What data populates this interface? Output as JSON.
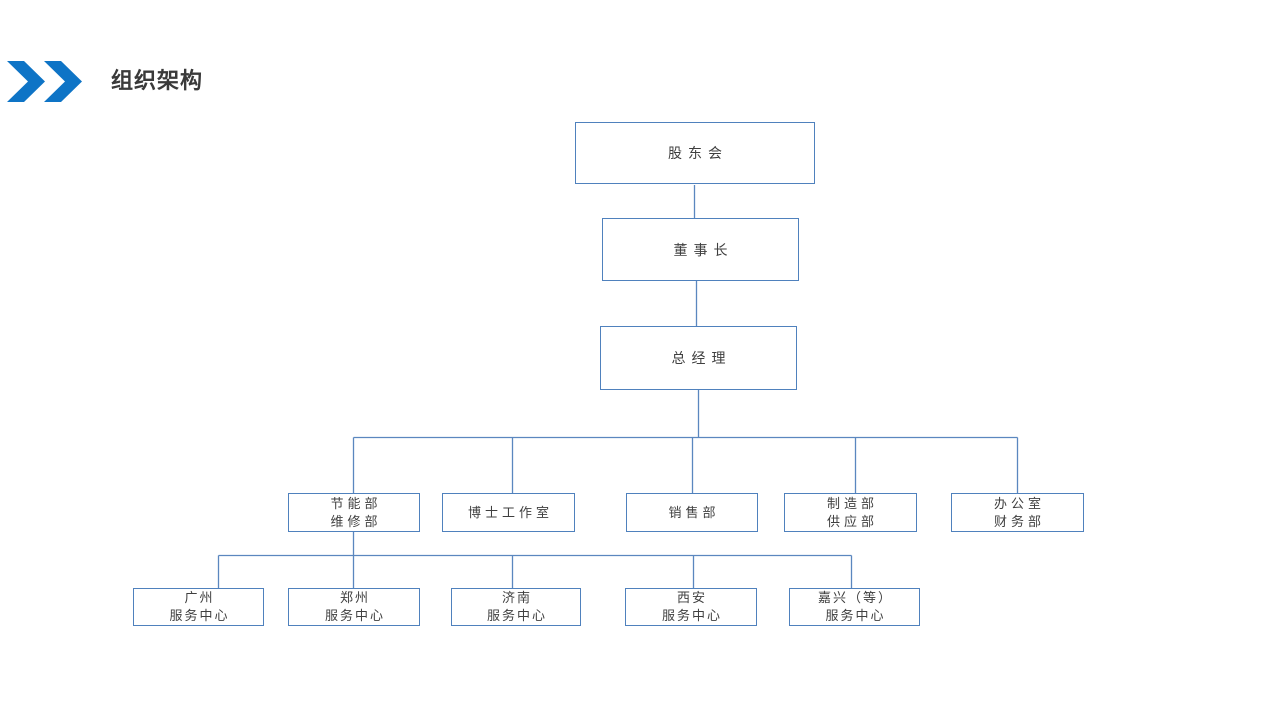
{
  "title": "组织架构",
  "colors": {
    "chevron_blue": "#0E74C6",
    "box_border": "#4F81BD",
    "connector_line": "#5B87BF",
    "node_text": "#3F3F3F",
    "title_text": "#3A3A3A",
    "background": "#FFFFFF"
  },
  "org_chart": {
    "level1": {
      "label": "股东会"
    },
    "level2": {
      "label": "董事长"
    },
    "level3": {
      "label": "总经理"
    },
    "departments": [
      {
        "line1": "节能部",
        "line2": "维修部"
      },
      {
        "line1": "博士工作室",
        "line2": ""
      },
      {
        "line1": "销售部",
        "line2": ""
      },
      {
        "line1": "制造部",
        "line2": "供应部"
      },
      {
        "line1": "办公室",
        "line2": "财务部"
      }
    ],
    "service_centers": [
      {
        "line1": "广州",
        "line2": "服务中心"
      },
      {
        "line1": "郑州",
        "line2": "服务中心"
      },
      {
        "line1": "济南",
        "line2": "服务中心"
      },
      {
        "line1": "西安",
        "line2": "服务中心"
      },
      {
        "line1": "嘉兴（等）",
        "line2": "服务中心"
      }
    ]
  }
}
